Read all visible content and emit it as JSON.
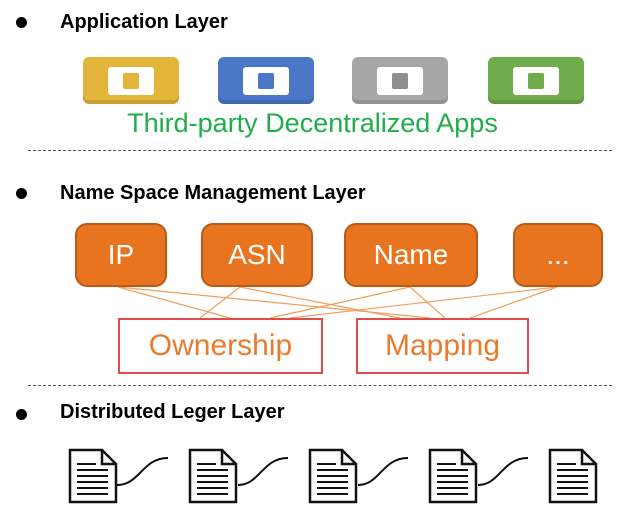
{
  "layers": {
    "application": {
      "title": "Application Layer",
      "caption": "Third-party Decentralized Apps",
      "apps": [
        {
          "color": "#e3b53b",
          "dot": "#e3b53b"
        },
        {
          "color": "#4a78c7",
          "dot": "#4a78c7"
        },
        {
          "color": "#a7a7a7",
          "dot": "#8f8f8f"
        },
        {
          "color": "#6fad4c",
          "dot": "#6fad4c"
        }
      ]
    },
    "namespace": {
      "title": "Name Space Management Layer",
      "boxes": [
        "IP",
        "ASN",
        "Name",
        "..."
      ],
      "relations": [
        "Ownership",
        "Mapping"
      ]
    },
    "ledger": {
      "title": "Distributed Leger Layer",
      "blocks": 5
    }
  },
  "colors": {
    "caption": "#1fae4a",
    "box": "#e8741f",
    "relation_border": "#e34b4b",
    "relation_text": "#ea7a2c",
    "link": "#f0a05a"
  }
}
